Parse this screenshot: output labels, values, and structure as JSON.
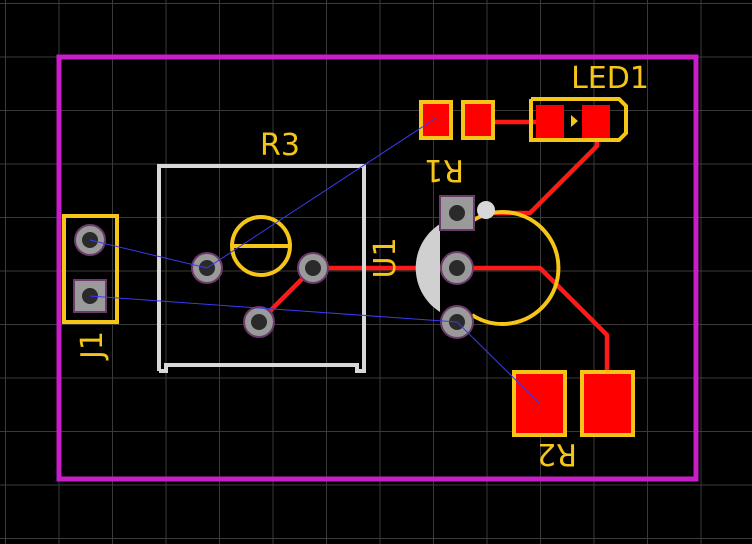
{
  "board": {
    "colors": {
      "background": "#000000",
      "grid": "#3a3a3a",
      "outline": "#c81ec8",
      "silkscreen": "#f5c518",
      "silk_body": "#d8d8d8",
      "pad": "#ff0000",
      "via_pad": "#9a9a9a",
      "via_hole": "#2a2a2a",
      "trace": "#ff1a1a",
      "ratsnest": "#3a3aee"
    }
  },
  "components": {
    "led1": {
      "ref": "LED1"
    },
    "r1": {
      "ref": "R1"
    },
    "r2": {
      "ref": "R2"
    },
    "r3": {
      "ref": "R3"
    },
    "u1": {
      "ref": "U1"
    },
    "j1": {
      "ref": "J1"
    }
  }
}
